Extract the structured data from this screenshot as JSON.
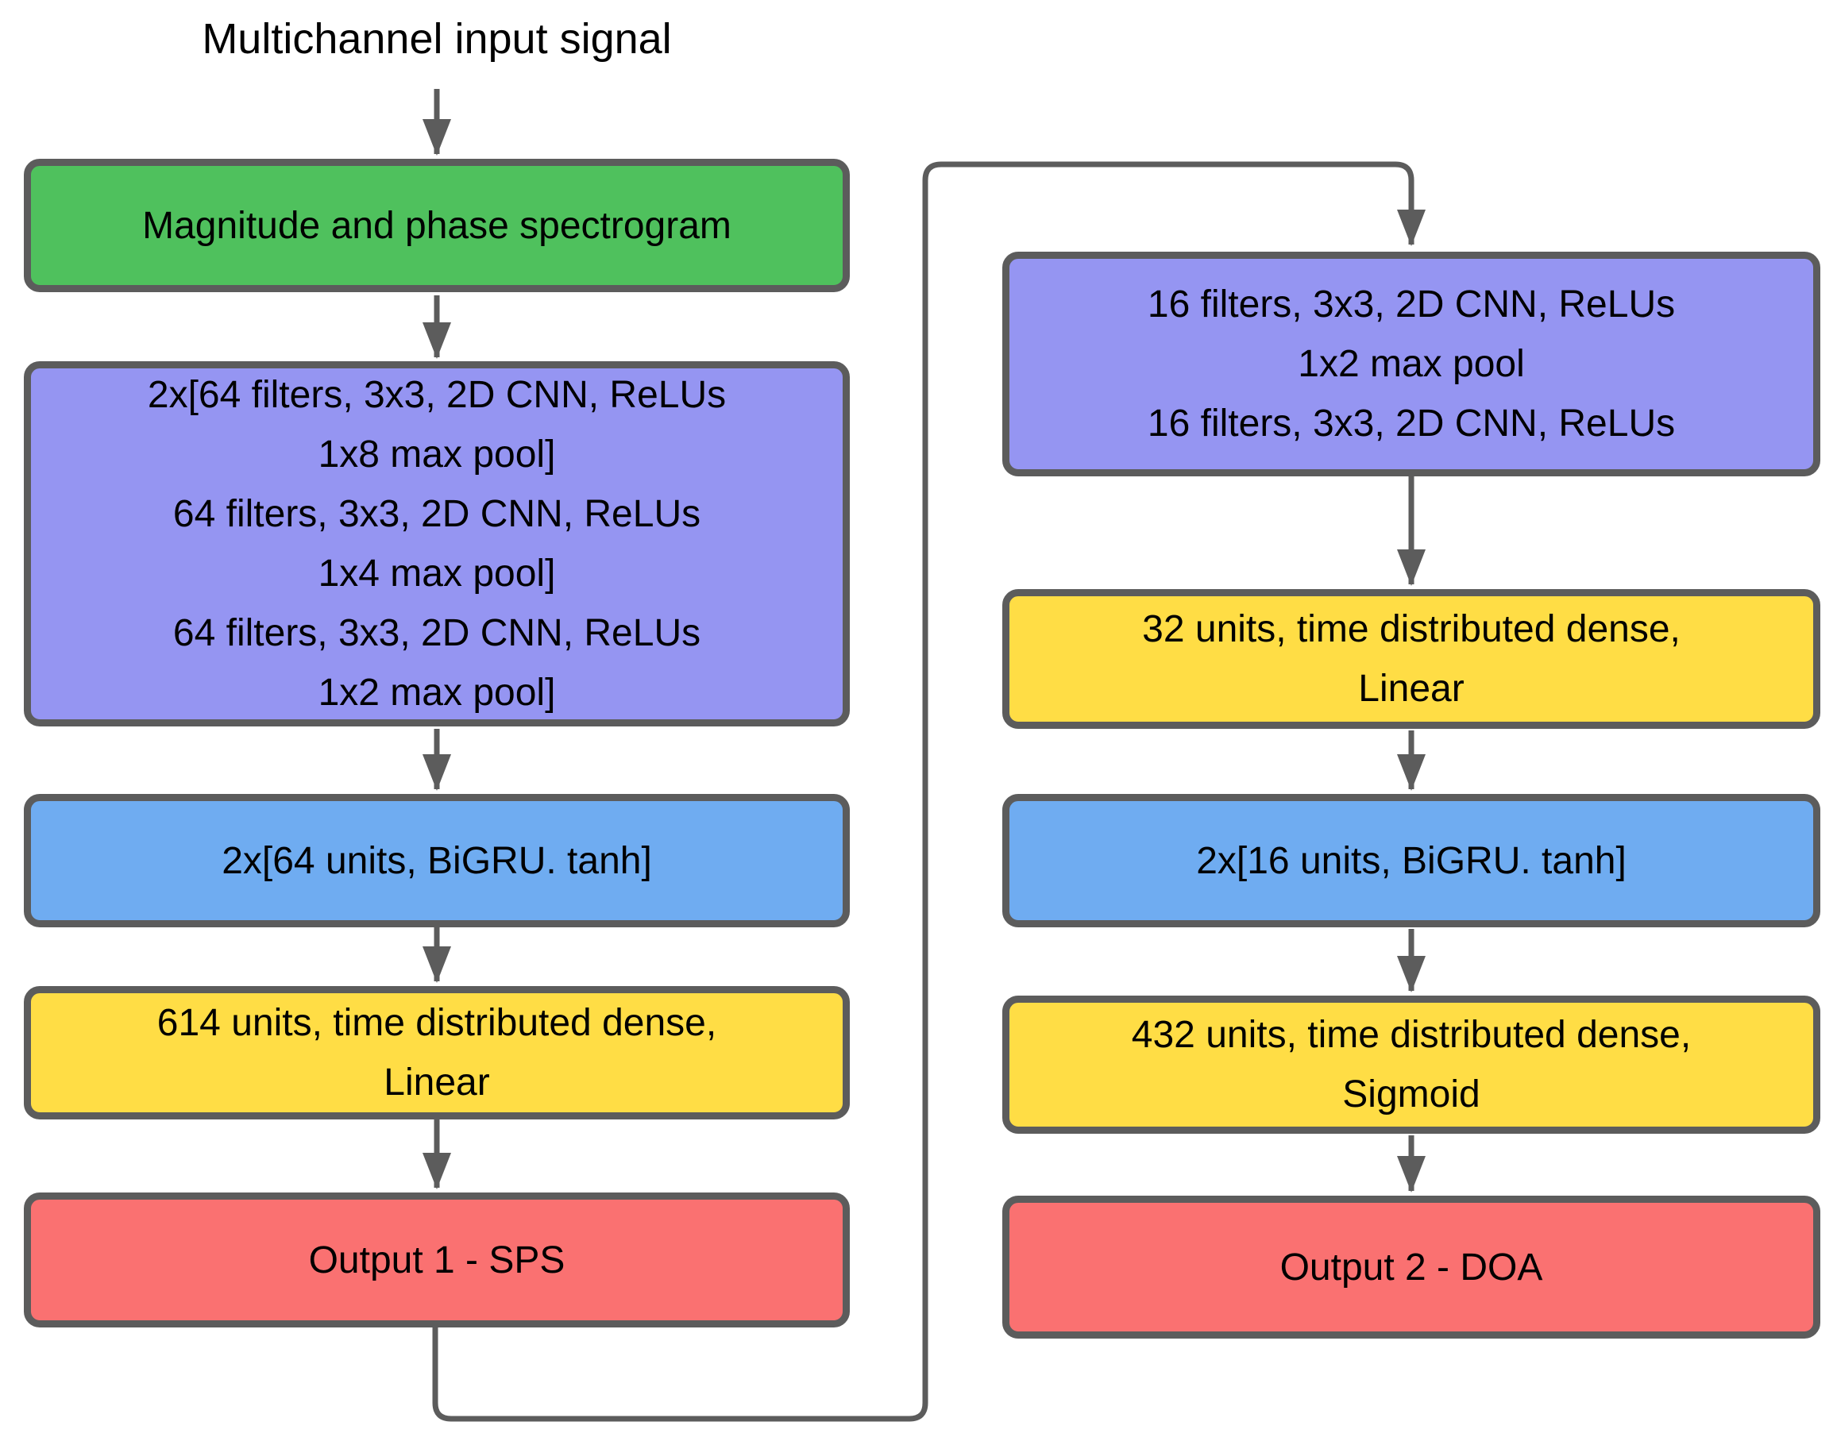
{
  "diagram": {
    "title": "Multichannel input signal",
    "colors": {
      "input_node": "#4FC15D",
      "cnn_node": "#9595F2",
      "gru_node": "#6FACF1",
      "dense_node": "#FFDD45",
      "output_node": "#FA7171",
      "stroke": "#5C5C5C",
      "text": "#000000",
      "background": "#FFFFFF"
    },
    "sps_branch": {
      "spectrogram": "Magnitude and phase spectrogram",
      "cnn_lines": [
        "2x[64 filters, 3x3, 2D CNN, ReLUs",
        "1x8 max pool]",
        "64 filters, 3x3, 2D CNN, ReLUs",
        "1x4 max pool]",
        "64 filters, 3x3, 2D CNN, ReLUs",
        "1x2 max pool]"
      ],
      "gru": "2x[64 units, BiGRU. tanh]",
      "dense_lines": [
        "614 units, time distributed dense,",
        "Linear"
      ],
      "output": "Output 1 - SPS"
    },
    "doa_branch": {
      "cnn_lines": [
        "16 filters, 3x3, 2D CNN, ReLUs",
        "1x2 max pool",
        "16 filters, 3x3, 2D CNN, ReLUs"
      ],
      "dense1_lines": [
        "32 units, time distributed dense,",
        "Linear"
      ],
      "gru": "2x[16 units, BiGRU. tanh]",
      "dense2_lines": [
        "432 units, time distributed dense,",
        "Sigmoid"
      ],
      "output": "Output 2 - DOA"
    }
  }
}
